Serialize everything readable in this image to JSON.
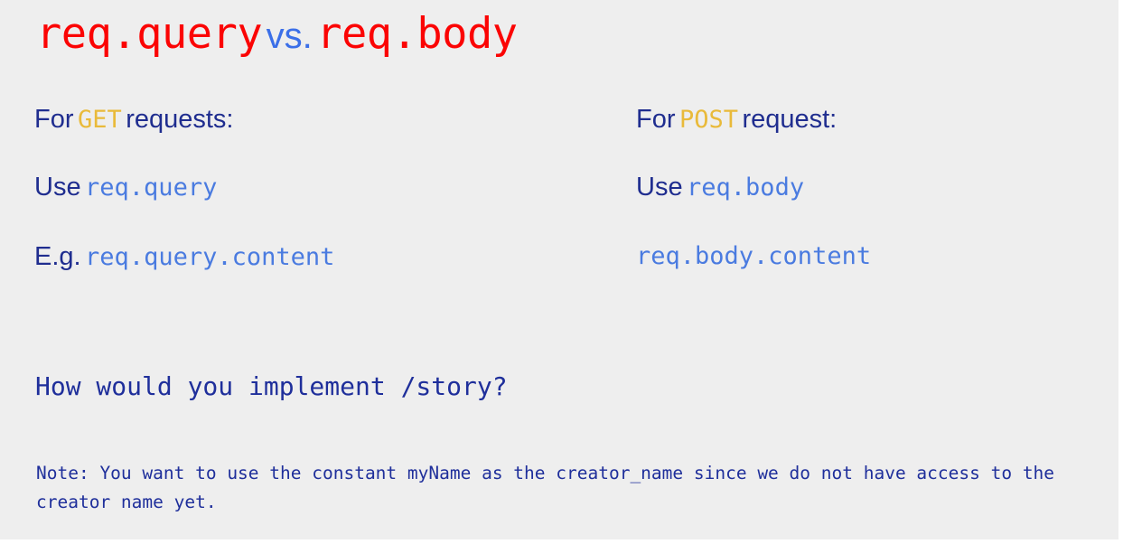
{
  "slide": {
    "background_color": "#eeeeee",
    "canvas_color": "#ffffff",
    "title": {
      "part1": "req.query",
      "part2": "vs.",
      "part3": "req.body",
      "part1_color": "#fb0404",
      "part2_color": "#3b6fe8",
      "part3_color": "#fb0404"
    },
    "columns": {
      "left": {
        "for_prefix": "For",
        "method": "GET",
        "for_suffix": "requests:",
        "use_label": "Use",
        "use_code": "req.query",
        "eg_label": "E.g.",
        "eg_code": "req.query.content"
      },
      "right": {
        "for_prefix": "For",
        "method": "POST",
        "for_suffix": "request:",
        "use_label": "Use",
        "use_code": "req.body",
        "eg_label": "",
        "eg_code": "req.body.content"
      }
    },
    "question": "How would you implement /story?",
    "note": "Note: You want to use the constant myName as the creator_name since we do not have access to the creator name yet.",
    "colors": {
      "code_blue": "#4a7be0",
      "text_navy": "#1f2d8f",
      "method_gold": "#e9ba3a",
      "mono_navy": "#1f2f9b",
      "red": "#fb0404"
    }
  }
}
